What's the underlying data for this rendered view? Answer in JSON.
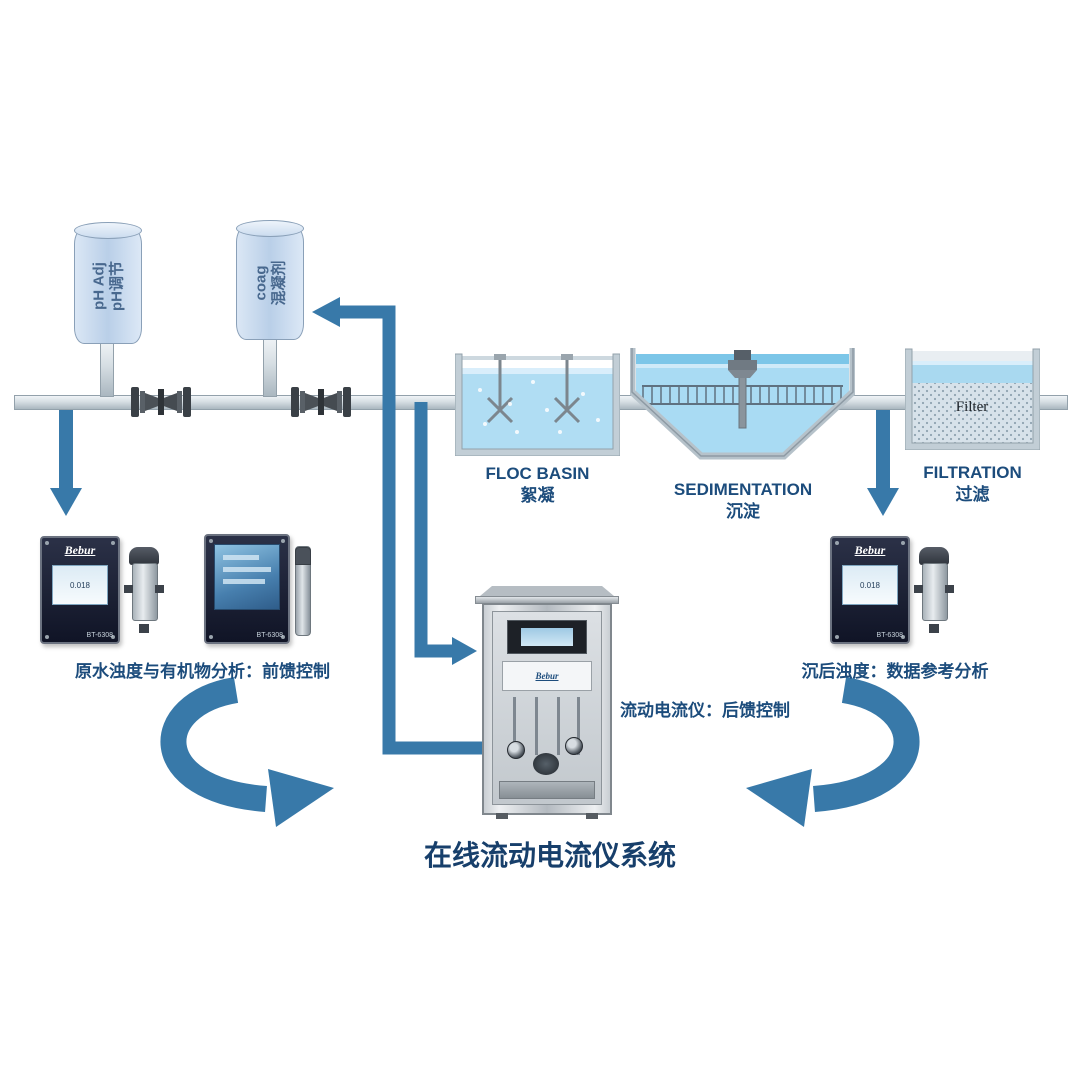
{
  "title": "在线流动电流仪系统",
  "dosing_tanks": [
    {
      "en": "pH Adj",
      "zh": "pH调节"
    },
    {
      "en": "coag",
      "zh": "混凝剂"
    }
  ],
  "stages": [
    {
      "en": "FLOC BASIN",
      "zh": "絮凝"
    },
    {
      "en": "SEDIMENTATION",
      "zh": "沉淀"
    },
    {
      "en": "FILTRATION",
      "zh": "过滤"
    }
  ],
  "filtration_media_label": "Filter",
  "devices": {
    "brand": "Bebur",
    "model": "BT-6308",
    "reading": "0.018"
  },
  "captions": {
    "left": "原水浊度与有机物分析：前馈控制",
    "center": "流动电流仪：后馈控制",
    "right": "沉后浊度：数据参考分析"
  },
  "colors": {
    "arrow_blue": "#3879A9",
    "label_blue": "#1C4C7C",
    "water_blue": "#AEDCF2",
    "tank_fill": "#C7D9EE"
  }
}
